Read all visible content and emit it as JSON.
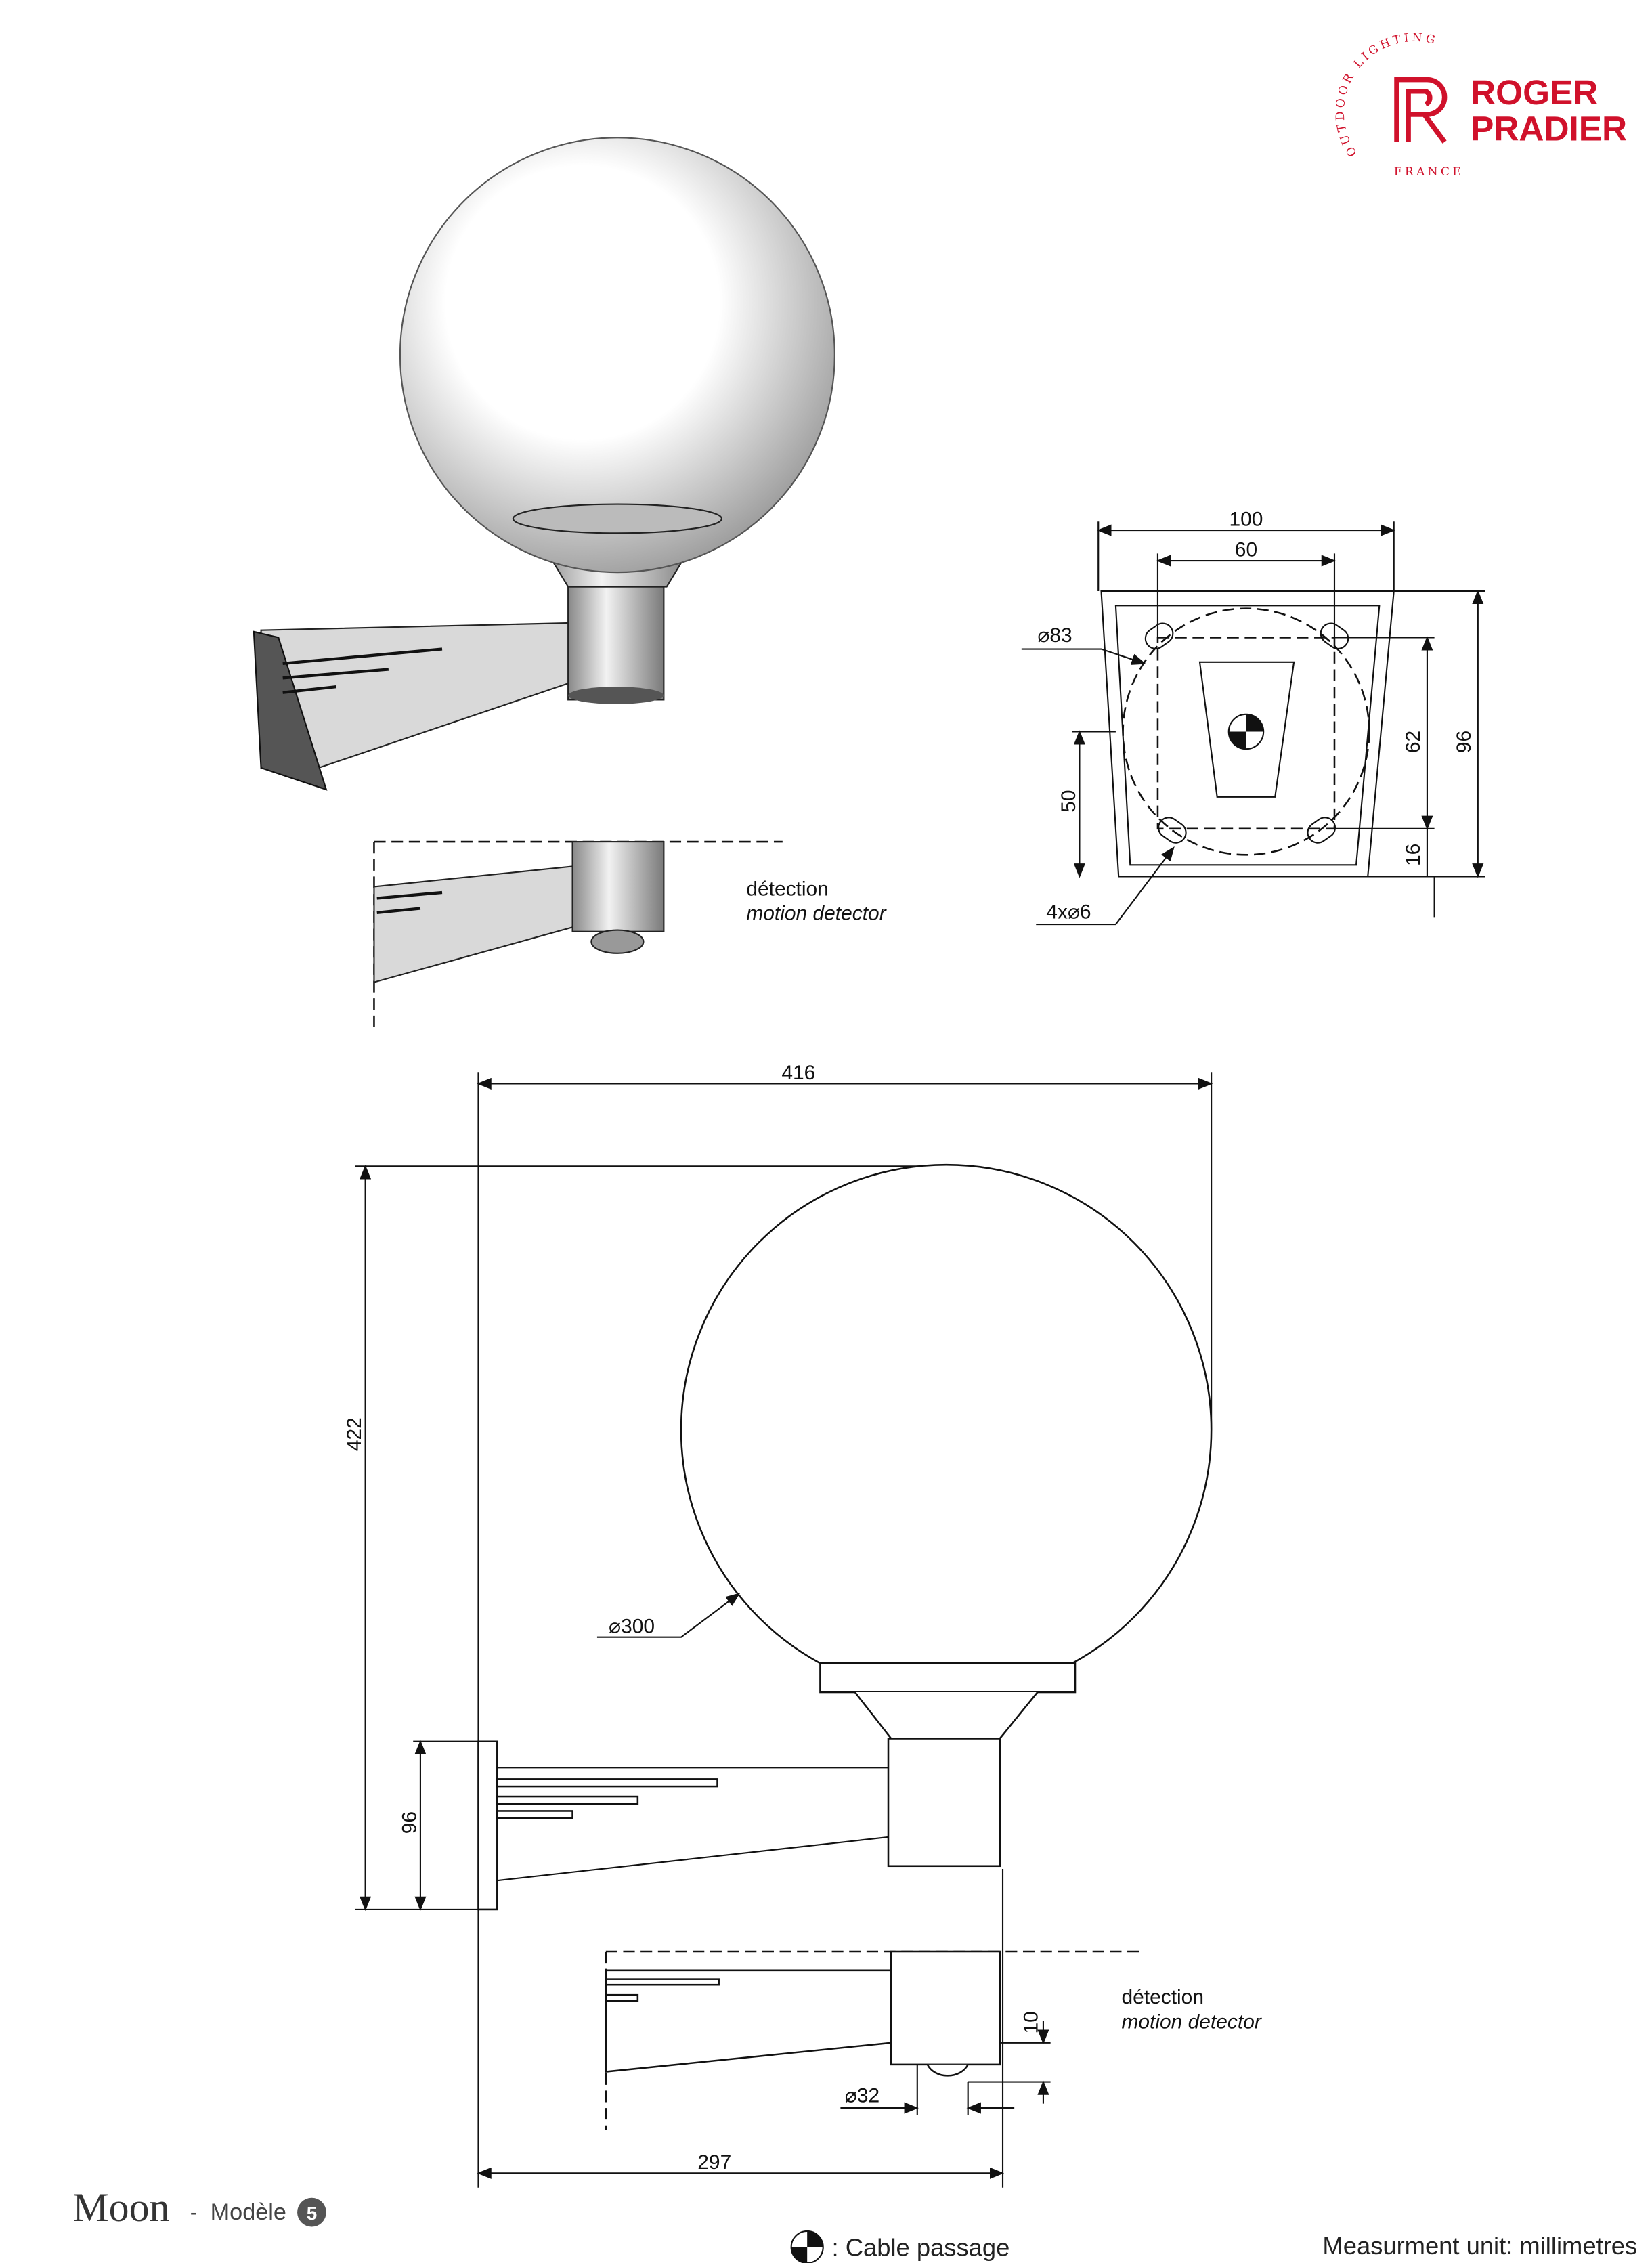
{
  "brand": {
    "name_line1": "ROGER",
    "name_line2": "PRADIER",
    "ring_top": "OUTDOOR LIGHTING",
    "ring_bottom": "FRANCE",
    "color": "#d0112b"
  },
  "detail_top": {
    "label": "détection",
    "label_en": "motion detector"
  },
  "plate": {
    "width_outer": "100",
    "width_holes": "60",
    "diameter": "⌀83",
    "holes": "4x⌀6",
    "height_total": "96",
    "height_holes": "62",
    "bottom_offset": "16",
    "center_height": "50"
  },
  "main": {
    "width_total": "416",
    "height_total": "422",
    "globe_diameter": "⌀300",
    "plate_height": "96",
    "projection": "297"
  },
  "detail_bottom": {
    "label": "détection",
    "label_en": "motion detector",
    "height": "10",
    "diameter": "⌀32"
  },
  "footer": {
    "product": "Moon",
    "separator": "-",
    "model_label": "Modèle",
    "model_number": "5",
    "legend": ": Cable passage",
    "units": "Measurment unit: millimetres"
  }
}
